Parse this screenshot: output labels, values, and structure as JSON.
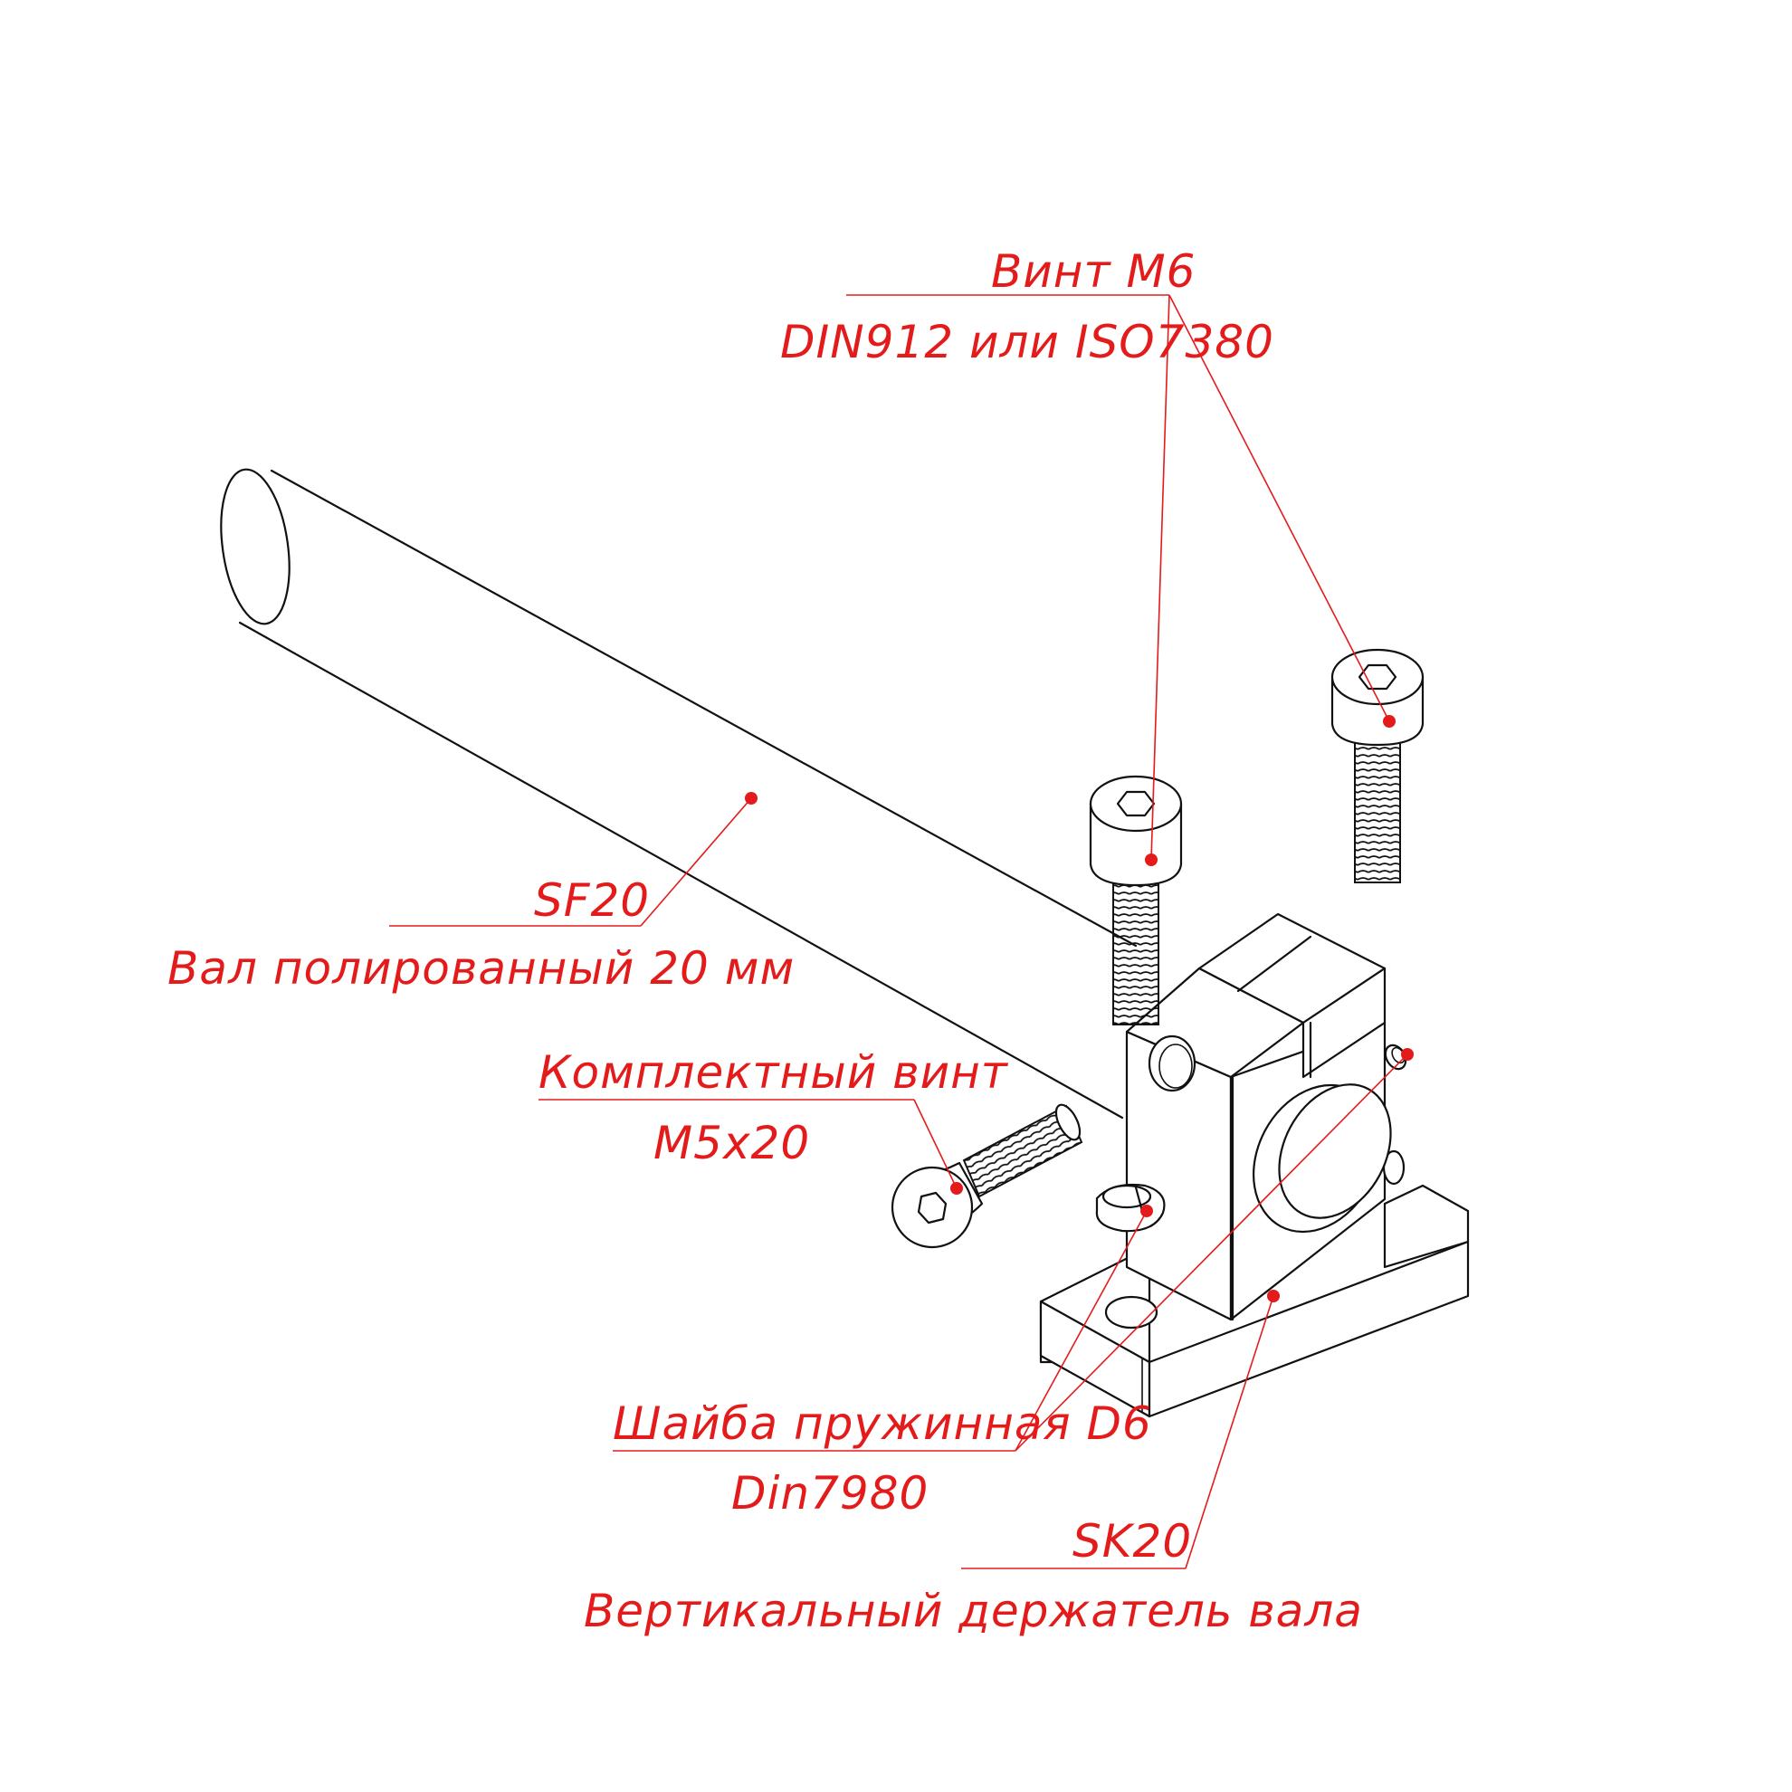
{
  "colors": {
    "annotation": "#e41b1b",
    "line": "#111111",
    "background": "#ffffff"
  },
  "labels": {
    "screw_m6": {
      "title": "Винт M6",
      "standard": "DIN912 или ISO7380"
    },
    "shaft": {
      "code": "SF20",
      "description": "Вал полированный 20 мм"
    },
    "set_screw": {
      "title": "Комплектный винт",
      "size": "M5x20"
    },
    "washer": {
      "title": "Шайба пружинная D6",
      "standard": "Din7980"
    },
    "holder": {
      "code": "SK20",
      "description": "Вертикальный держатель вала"
    }
  }
}
